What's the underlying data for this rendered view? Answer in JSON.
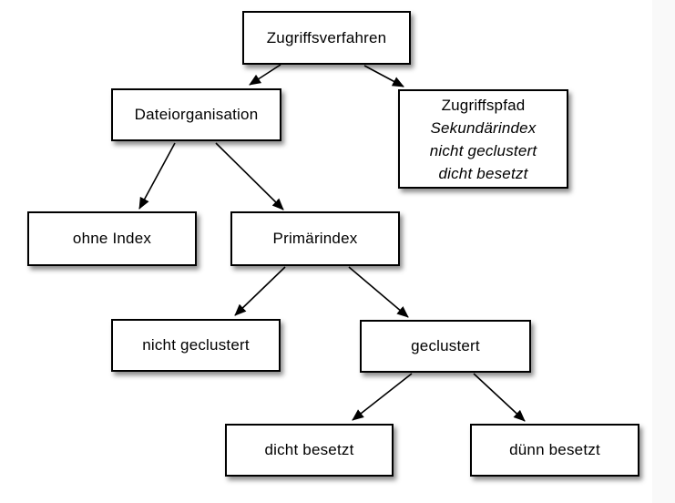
{
  "diagram": {
    "nodes": {
      "zugriffsverfahren": {
        "label": "Zugriffsverfahren"
      },
      "dateiorganisation": {
        "label": "Dateiorganisation"
      },
      "zugriffspfad": {
        "title": "Zugriffspfad",
        "details": [
          "Sekundärindex",
          "nicht geclustert",
          "dicht besetzt"
        ]
      },
      "ohne_index": {
        "label": "ohne Index"
      },
      "primaerindex": {
        "label": "Primärindex"
      },
      "nicht_geclustert": {
        "label": "nicht geclustert"
      },
      "geclustert": {
        "label": "geclustert"
      },
      "dicht_besetzt": {
        "label": "dicht besetzt"
      },
      "duenn_besetzt": {
        "label": "dünn besetzt"
      }
    },
    "colors": {
      "background": "#ffffff",
      "box_fill": "#ffffff",
      "box_border": "#000000",
      "text": "#000000",
      "arrow": "#000000",
      "page_edge_strip": "#f9f9f9"
    }
  }
}
